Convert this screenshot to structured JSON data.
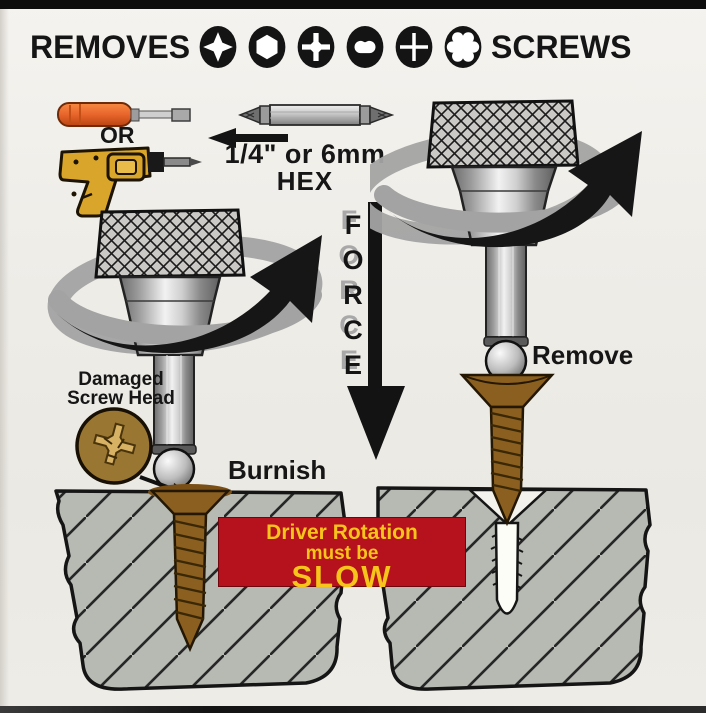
{
  "banner": {
    "removes_label": "REMOVES",
    "screws_label": "SCREWS",
    "drive_types": [
      "pozidriv-star",
      "hex",
      "phillips",
      "clutch",
      "slotted-cross",
      "torx"
    ]
  },
  "tools": {
    "or_label": "OR",
    "size_label": "1/4\" or 6mm",
    "hex_label": "HEX"
  },
  "force": {
    "word": "FORCE",
    "letters": [
      "F",
      "O",
      "R",
      "C",
      "E"
    ]
  },
  "labels": {
    "damaged_line1": "Damaged",
    "damaged_line2": "Screw Head",
    "burnish": "Burnish",
    "remove": "Remove"
  },
  "warning": {
    "line1": "Driver Rotation",
    "line2": "must be",
    "line3": "SLOW",
    "bg_color": "#b5121d",
    "text_color": "#f6c41a"
  },
  "colors": {
    "paper": "#efede8",
    "ink": "#161616",
    "wood_gray": "#b6bab2",
    "screw_brown": "#8a5f1f",
    "handle_orange": "#e8652c",
    "drill_yellow": "#d9a62b",
    "metal_gray": "#c9c9c9"
  }
}
